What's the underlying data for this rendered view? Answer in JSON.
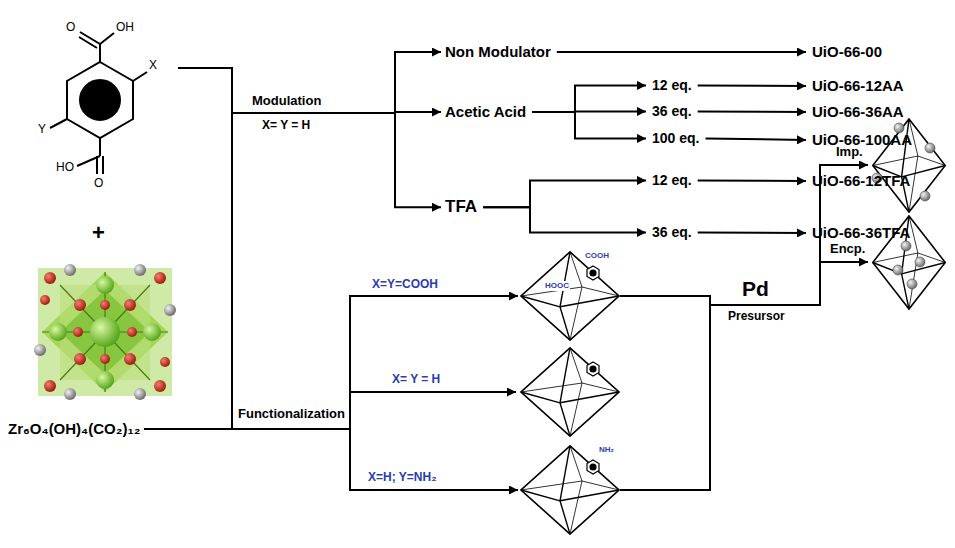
{
  "diagram": {
    "nodes": [
      {
        "text": [
          "Zr₆O₄(OH)₄(CO₂)₁₂"
        ]
      },
      {
        "text": [
          "Non Modulator"
        ]
      },
      {
        "text": [
          "UiO-66-00"
        ]
      },
      {
        "text": [
          "Acetic Acid"
        ]
      },
      {
        "text": [
          "12 eq."
        ]
      },
      {
        "text": [
          "UiO-66-12AA"
        ]
      },
      {
        "text": [
          "36 eq."
        ]
      },
      {
        "text": [
          "UiO-66-36AA"
        ]
      },
      {
        "text": [
          "100 eq."
        ]
      },
      {
        "text": [
          "UiO-66-100AA"
        ]
      },
      {
        "text": [
          "TFA"
        ]
      },
      {
        "text": [
          "12 eq."
        ]
      },
      {
        "text": [
          "UiO-66-12TFA"
        ]
      },
      {
        "text": [
          "36 eq."
        ]
      },
      {
        "text": [
          "UiO-66-36TFA"
        ]
      },
      {
        "text": [
          "COOH",
          "HOOC"
        ]
      },
      {
        "text": [
          "NH₂"
        ]
      },
      {
        "text": [
          "Pd",
          "Presursor"
        ]
      }
    ],
    "edges": [
      {
        "from": 0,
        "to": 1,
        "arrow": "to"
      },
      {
        "from": 0,
        "to": 3,
        "arrow": "to"
      },
      {
        "from": 0,
        "to": 10,
        "arrow": "to"
      },
      {
        "from": 1,
        "to": 2,
        "arrow": "to"
      },
      {
        "from": 3,
        "to": 4,
        "arrow": "to"
      },
      {
        "from": 3,
        "to": 6,
        "arrow": "to"
      },
      {
        "from": 3,
        "to": 8,
        "arrow": "to"
      },
      {
        "from": 4,
        "to": 5,
        "arrow": "to"
      },
      {
        "from": 6,
        "to": 7,
        "arrow": "to"
      },
      {
        "from": 8,
        "to": 9,
        "arrow": "to"
      },
      {
        "from": 10,
        "to": 11,
        "arrow": "to"
      },
      {
        "from": 10,
        "to": 13,
        "arrow": "to"
      },
      {
        "from": 11,
        "to": 12,
        "arrow": "to"
      },
      {
        "from": 13,
        "to": 14,
        "arrow": "to"
      },
      {
        "from": 0,
        "to": 15,
        "label": "X=Y=COOH",
        "arrow": "to"
      },
      {
        "from": 0,
        "to": 16,
        "label": "X=H; Y=NH₂",
        "arrow": "to"
      },
      {
        "from": 15,
        "to": 17,
        "arrow": "none"
      },
      {
        "from": 16,
        "to": 17,
        "arrow": "none"
      }
    ],
    "labels": [
      "O",
      "OH",
      "X",
      "Y",
      "HO",
      "O",
      "+",
      "Modulation",
      "X= Y = H",
      "Functionalization",
      "X= Y = H",
      "Imp.",
      "Encp."
    ]
  }
}
